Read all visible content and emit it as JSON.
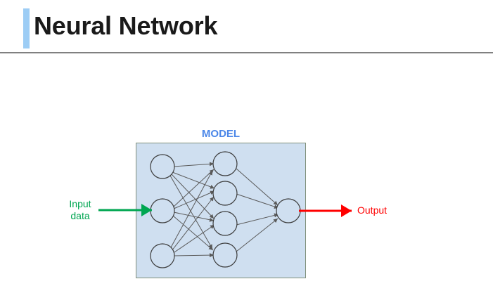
{
  "header": {
    "title": "Neural Network",
    "accent_color": "#9dcdf5",
    "rule_color": "#808080"
  },
  "diagram": {
    "model_label": "MODEL",
    "model_label_color": "#4a86e8",
    "box_fill": "#cfdff0",
    "box_border": "#808f7a",
    "input_label_line1": "Input",
    "input_label_line2": "data",
    "input_color": "#00a651",
    "output_label": "Output",
    "output_color": "#ff0000",
    "edge_color": "#5a5a5a",
    "node_fill": "#cfdff0",
    "node_stroke": "#3b3b3b",
    "layers": [
      {
        "name": "input-layer",
        "node_count": 3
      },
      {
        "name": "hidden-layer",
        "node_count": 4
      },
      {
        "name": "output-layer",
        "node_count": 1
      }
    ]
  }
}
